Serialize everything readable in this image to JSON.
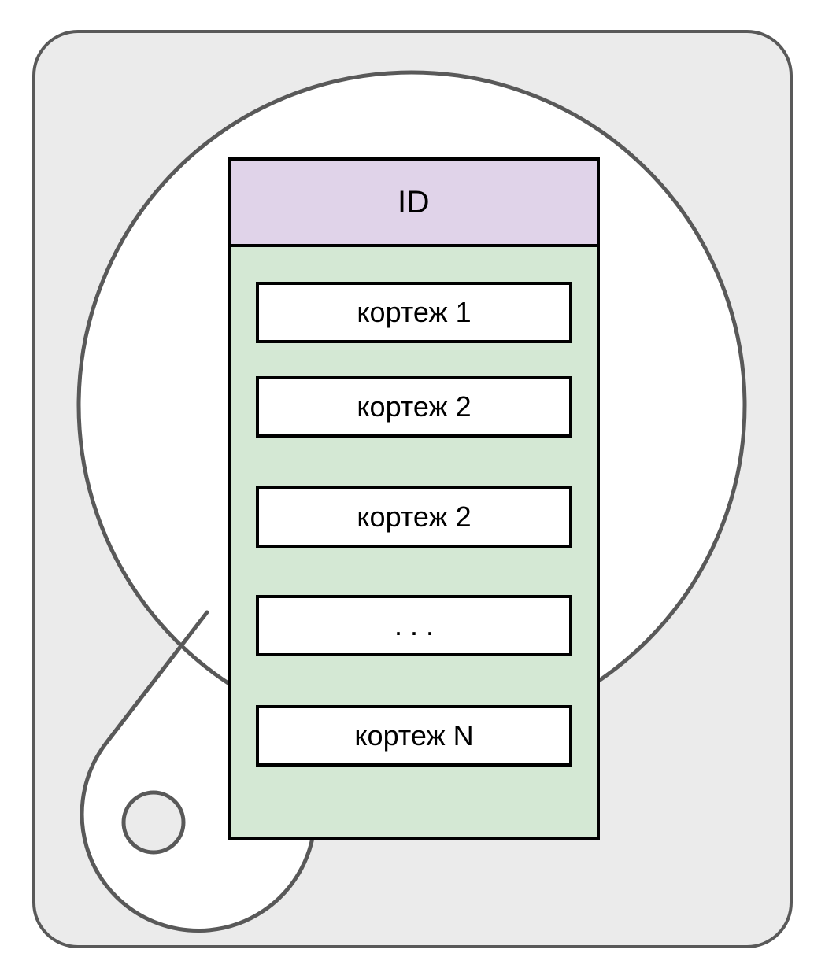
{
  "diagram": {
    "title_semantic": "relation-table-inside-magnifier",
    "colors": {
      "canvas": "#ffffff",
      "panel_fill": "#ebebeb",
      "panel_stroke": "#595959",
      "magnifier_fill": "#ffffff",
      "magnifier_stroke": "#595959",
      "table_border": "#000000",
      "header_fill": "#e0d3e9",
      "body_fill": "#d4e8d4",
      "tuple_fill": "#ffffff",
      "text": "#000000"
    },
    "magnifier": {
      "lens_label": "magnifier-lens",
      "handle_label": "magnifier-handle",
      "hole_label": "magnifier-handle-hole"
    },
    "table": {
      "header": "ID",
      "rows": [
        {
          "label": "кортеж 1"
        },
        {
          "label": "кортеж 2"
        },
        {
          "label": "кортеж 2"
        },
        {
          "label": ". . ."
        },
        {
          "label": "кортеж N"
        }
      ]
    }
  }
}
